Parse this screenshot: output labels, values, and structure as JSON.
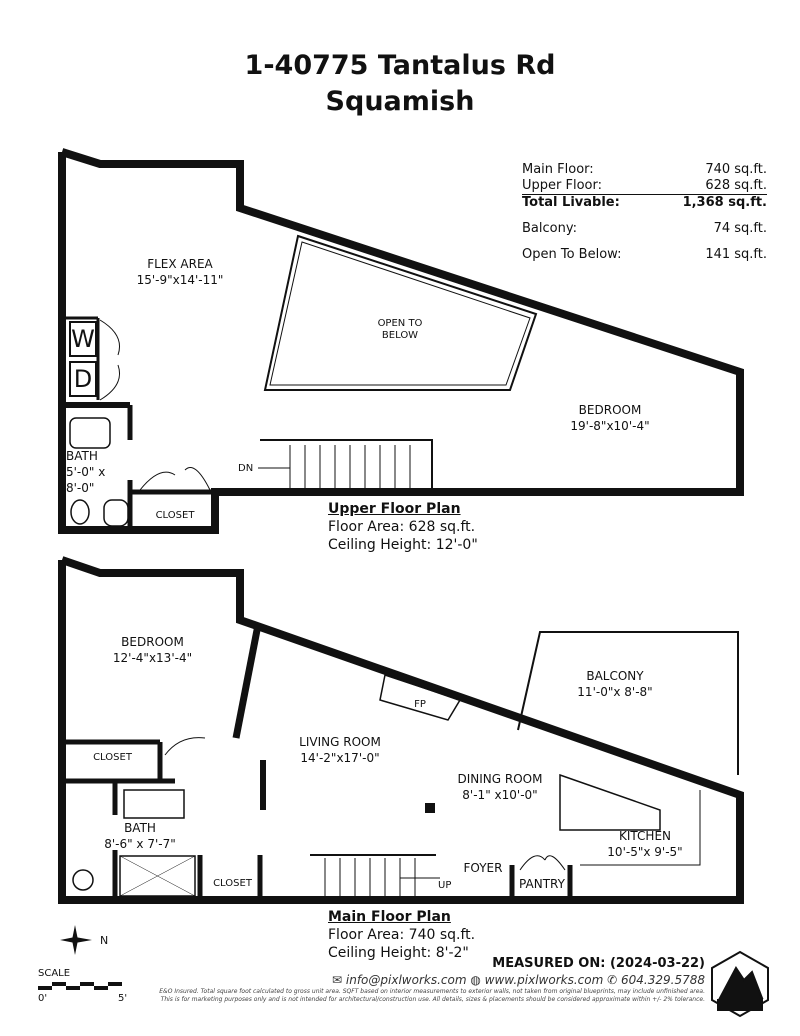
{
  "header": {
    "address": "1-40775 Tantalus Rd",
    "city": "Squamish"
  },
  "areas": [
    {
      "label": "Main Floor:",
      "value": "740 sq.ft."
    },
    {
      "label": "Upper Floor:",
      "value": "628 sq.ft."
    },
    {
      "label": "Total Livable:",
      "value": "1,368 sq.ft."
    },
    {
      "label": "Balcony:",
      "value": "74 sq.ft."
    },
    {
      "label": "Open To Below:",
      "value": "141 sq.ft."
    }
  ],
  "upper": {
    "title": "Upper Floor Plan",
    "area": "Floor Area: 628 sq.ft.",
    "ceiling": "Ceiling Height: 12'-0\"",
    "rooms": {
      "flex": {
        "name": "FLEX AREA",
        "dim": "15'-9\"x14'-11\""
      },
      "open": {
        "name": "OPEN TO",
        "name2": "BELOW"
      },
      "bedroom": {
        "name": "BEDROOM",
        "dim": "19'-8\"x10'-4\""
      },
      "bath": {
        "name": "BATH",
        "dim": "5'-0\" x",
        "dim2": "8'-0\""
      },
      "closet": {
        "name": "CLOSET"
      },
      "washer": "W",
      "dryer": "D",
      "stairs": "DN"
    }
  },
  "main": {
    "title": "Main Floor Plan",
    "area": "Floor Area: 740 sq.ft.",
    "ceiling": "Ceiling Height: 8'-2\"",
    "rooms": {
      "bedroom": {
        "name": "BEDROOM",
        "dim": "12'-4\"x13'-4\""
      },
      "closet1": {
        "name": "CLOSET"
      },
      "bath": {
        "name": "BATH",
        "dim": "8'-6\" x 7'-7\""
      },
      "closet2": {
        "name": "CLOSET"
      },
      "living": {
        "name": "LIVING ROOM",
        "dim": "14'-2\"x17'-0\""
      },
      "fp": "FP",
      "balcony": {
        "name": "BALCONY",
        "dim": "11'-0\"x 8'-8\""
      },
      "dining": {
        "name": "DINING ROOM",
        "dim": "8'-1\" x10'-0\""
      },
      "kitchen": {
        "name": "KITCHEN",
        "dim": "10'-5\"x 9'-5\""
      },
      "foyer": {
        "name": "FOYER"
      },
      "pantry": {
        "name": "PANTRY"
      },
      "stairs": "UP"
    }
  },
  "footer": {
    "measured": "MEASURED ON: (2024-03-22)",
    "email": "info@pixlworks.com",
    "web": "www.pixlworks.com",
    "phone": "604.329.5788",
    "disclaimer1": "E&O Insured.  Total square foot calculated to gross unit area. SQFT based on interior measurements to exterior walls, not taken from original blueprints, may include unfinished area.",
    "disclaimer2": "This is for marketing purposes only and is not intended for architectural/construction use.  All details, sizes & placements should be considered approximate within +/- 2% tolerance.",
    "compass": "N",
    "scale": "SCALE",
    "scale_start": "0'",
    "scale_end": "5'",
    "logo": "PixlWorks"
  }
}
